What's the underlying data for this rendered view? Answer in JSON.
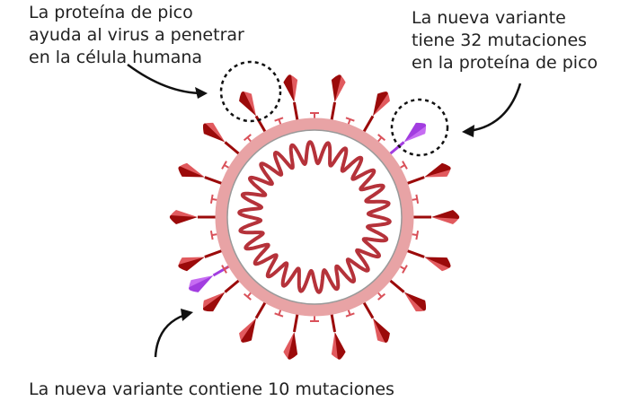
{
  "labels": {
    "spike_protein": [
      "La proteína de pico",
      "ayuda al virus a penetrar",
      "en la célula humana"
    ],
    "variant_spike": [
      "La nueva variante",
      "tiene 32 mutaciones",
      "en la proteína de pico"
    ],
    "bottom": "La nueva variante contiene 10 mutaciones"
  },
  "colors": {
    "membrane": "#e8a3a5",
    "membrane_inner": "#999999",
    "rna": "#b5323a",
    "spike_dark": "#9b0a0a",
    "spike_light": "#e15a5e",
    "spike_mutant": "#a23de0",
    "spike_mutant_light": "#c66cf2",
    "small_protein": "#d9515a",
    "arrow": "#111111"
  }
}
